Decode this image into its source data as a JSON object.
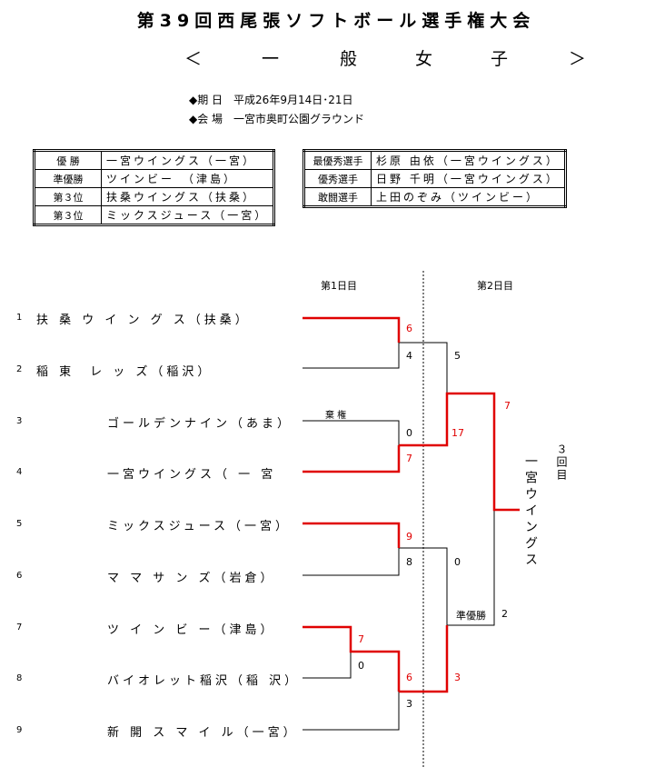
{
  "title": "第39回西尾張ソフトボール選手権大会",
  "subtitle": {
    "open": "＜",
    "c1": "一",
    "c2": "般",
    "c3": "女",
    "c4": "子",
    "close": "＞"
  },
  "info": {
    "date": "◆期 日　平成26年9月14日･21日",
    "venue": "◆会 場　一宮市奥町公園グラウンド"
  },
  "results": [
    {
      "label": "優 勝",
      "value": "一宮ウイングス（一宮）"
    },
    {
      "label": "準優勝",
      "value": "ツインビー　（津島）"
    },
    {
      "label": "第３位",
      "value": "扶桑ウイングス（扶桑）"
    },
    {
      "label": "第３位",
      "value": "ミックスジュース（一宮）"
    }
  ],
  "awards": [
    {
      "label": "最優秀選手",
      "value": "杉原 由依（一宮ウイングス）"
    },
    {
      "label": "優秀選手",
      "value": "日野 千明（一宮ウイングス）"
    },
    {
      "label": "敢闘選手",
      "value": "上田のぞみ（ツインビー）"
    }
  ],
  "bracket": {
    "day1": "第1日目",
    "day2": "第2日目",
    "round3": "３回目",
    "forfeit": "棄 権",
    "runner_up_label": "準優勝",
    "champion": "一宮ウイングス",
    "teams": [
      {
        "num": "1",
        "name": "扶 桑 ウ イ ン グ ス（扶桑）"
      },
      {
        "num": "2",
        "name": "稲 東　レ ッ ズ（稲沢）"
      },
      {
        "num": "3",
        "name": "ゴールデンナイン（あま）"
      },
      {
        "num": "4",
        "name": "一宮ウイングス（ 一 宮"
      },
      {
        "num": "5",
        "name": "ミックスジュース（一宮）"
      },
      {
        "num": "6",
        "name": "マ マ サ ン ズ（岩倉）"
      },
      {
        "num": "7",
        "name": "ツ イ ン ビ ー（津島）"
      },
      {
        "num": "8",
        "name": "バイオレット稲沢（稲 沢）"
      },
      {
        "num": "9",
        "name": "新 開 ス マ イ ル（一宮）"
      }
    ],
    "scores": {
      "m1_top": "6",
      "m1_bot": "4",
      "m2_top": "0",
      "m2_bot": "7",
      "m3_top": "9",
      "m3_bot": "8",
      "m4_top": "7",
      "m4_bot": "0",
      "m5_top": "6",
      "m5_bot": "3",
      "s1_top": "5",
      "s1_bot": "17",
      "s2_top": "0",
      "s2_bot": "3",
      "f_top": "7",
      "f_bot": "2"
    },
    "colors": {
      "win": "#e00000",
      "line": "#000000"
    }
  }
}
